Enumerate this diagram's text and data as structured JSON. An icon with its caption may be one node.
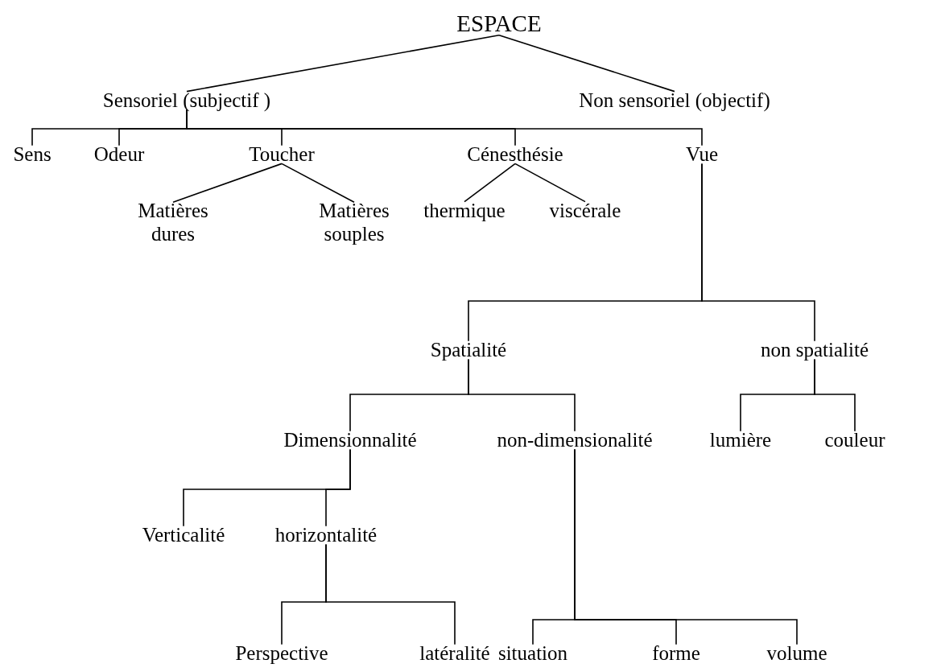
{
  "diagram": {
    "nodes": [
      {
        "text": [
          "ESPACE"
        ]
      },
      {
        "text": [
          "Sensoriel (subjectif )"
        ]
      },
      {
        "text": [
          "Non sensoriel (objectif)"
        ]
      },
      {
        "text": [
          "Sens"
        ]
      },
      {
        "text": [
          "Odeur"
        ]
      },
      {
        "text": [
          "Toucher"
        ]
      },
      {
        "text": [
          "Cénesthésie"
        ]
      },
      {
        "text": [
          "Vue"
        ]
      },
      {
        "text": [
          "Matières dures"
        ]
      },
      {
        "text": [
          "Matières souples"
        ]
      },
      {
        "text": [
          "thermique"
        ]
      },
      {
        "text": [
          "viscérale"
        ]
      },
      {
        "text": [
          "Spatialité"
        ]
      },
      {
        "text": [
          "non spatialité"
        ]
      },
      {
        "text": [
          "Dimensionnalité"
        ]
      },
      {
        "text": [
          "non-dimensionalité"
        ]
      },
      {
        "text": [
          "lumière"
        ]
      },
      {
        "text": [
          "couleur"
        ]
      },
      {
        "text": [
          "Verticalité"
        ]
      },
      {
        "text": [
          "horizontalité"
        ]
      },
      {
        "text": [
          "Perspective"
        ]
      },
      {
        "text": [
          "latéralité"
        ]
      },
      {
        "text": [
          "situation"
        ]
      },
      {
        "text": [
          "forme"
        ]
      },
      {
        "text": [
          "volume"
        ]
      }
    ],
    "edges": [
      {
        "from": 0,
        "to": 1,
        "arrow": "none"
      },
      {
        "from": 0,
        "to": 2,
        "arrow": "none"
      },
      {
        "from": 1,
        "to": 3,
        "arrow": "none"
      },
      {
        "from": 1,
        "to": 4,
        "arrow": "none"
      },
      {
        "from": 1,
        "to": 5,
        "arrow": "none"
      },
      {
        "from": 1,
        "to": 6,
        "arrow": "none"
      },
      {
        "from": 1,
        "to": 7,
        "arrow": "none"
      },
      {
        "from": 5,
        "to": 8,
        "arrow": "none"
      },
      {
        "from": 5,
        "to": 9,
        "arrow": "none"
      },
      {
        "from": 6,
        "to": 10,
        "arrow": "none"
      },
      {
        "from": 6,
        "to": 11,
        "arrow": "none"
      },
      {
        "from": 7,
        "to": 12,
        "arrow": "none"
      },
      {
        "from": 7,
        "to": 13,
        "arrow": "none"
      },
      {
        "from": 12,
        "to": 14,
        "arrow": "none"
      },
      {
        "from": 12,
        "to": 15,
        "arrow": "none"
      },
      {
        "from": 13,
        "to": 16,
        "arrow": "none"
      },
      {
        "from": 13,
        "to": 17,
        "arrow": "none"
      },
      {
        "from": 14,
        "to": 18,
        "arrow": "none"
      },
      {
        "from": 14,
        "to": 19,
        "arrow": "none"
      },
      {
        "from": 19,
        "to": 20,
        "arrow": "none"
      },
      {
        "from": 19,
        "to": 21,
        "arrow": "none"
      },
      {
        "from": 15,
        "to": 22,
        "arrow": "none"
      },
      {
        "from": 15,
        "to": 23,
        "arrow": "none"
      },
      {
        "from": 15,
        "to": 24,
        "arrow": "none"
      }
    ]
  }
}
